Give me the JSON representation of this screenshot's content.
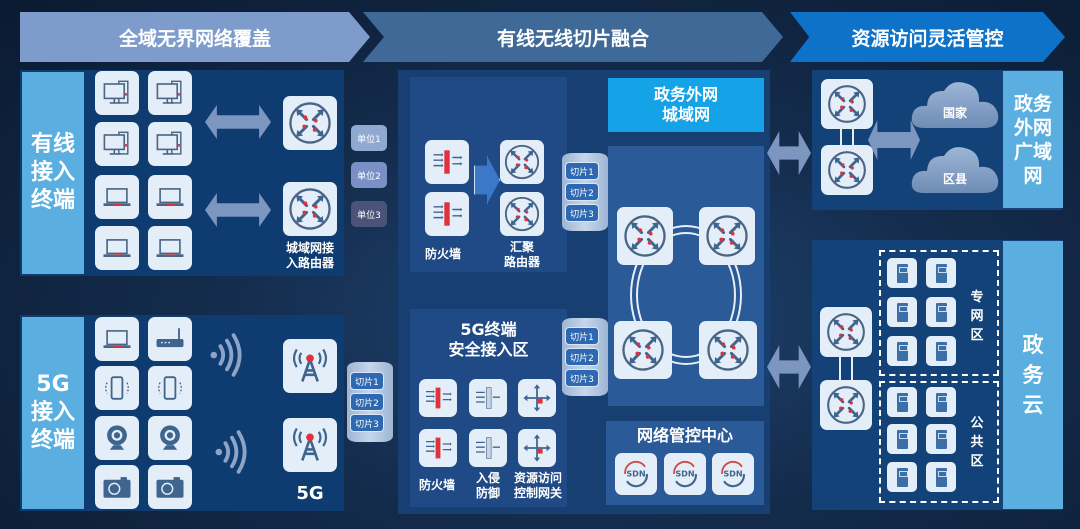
{
  "header": {
    "stages": [
      {
        "label": "全域无界网络覆盖",
        "color": "#7d9ccb"
      },
      {
        "label": "有线无线切片融合",
        "color": "#3f6a98"
      },
      {
        "label": "资源访问灵活管控",
        "color": "#0f72c9"
      }
    ]
  },
  "wired": {
    "title": "有线\n接入\n终端",
    "devices": [
      "desktop-pc",
      "desktop-pc",
      "desktop-pc",
      "desktop-pc",
      "laptop",
      "laptop",
      "laptop",
      "laptop"
    ],
    "router_label": "城域网接\n入路由器",
    "units": [
      {
        "label": "单位1",
        "color": "#8fa9d0"
      },
      {
        "label": "单位2",
        "color": "#7a8fc4"
      },
      {
        "label": "单位3",
        "color": "#4a5478"
      }
    ]
  },
  "fiveg": {
    "title": "5G\n接入\n终端",
    "devices": [
      "laptop",
      "cpe-router",
      "smartphone",
      "smartphone",
      "webcam",
      "webcam",
      "camera",
      "camera"
    ],
    "station_label": "5G",
    "slices": [
      "切片1",
      "切片2",
      "切片3"
    ]
  },
  "convergence": {
    "firewall_label": "防火墙",
    "agg_router_label": "汇聚\n路由器",
    "slices_top": [
      "切片1",
      "切片2",
      "切片3"
    ],
    "secure_zone": {
      "title": "5G终端\n安全接入区",
      "labels": [
        "防火墙",
        "入侵\n防御",
        "资源访问\n控制网关"
      ]
    },
    "slices_bottom": [
      "切片1",
      "切片2",
      "切片3"
    ],
    "metro": {
      "title": "政务外网\n城域网",
      "color": "#13a3e6"
    },
    "mgmt": {
      "title": "网络管控中心",
      "sdn_labels": [
        "SDN",
        "SDN",
        "SDN"
      ]
    }
  },
  "resources": {
    "wan": {
      "label": "政务\n外网\n广域\n网",
      "clouds": [
        "国家",
        "区县"
      ]
    },
    "cloud": {
      "label": "政\n务\n云",
      "zones": [
        {
          "label": "专\n网\n区",
          "servers": 6
        },
        {
          "label": "公\n共\n区",
          "servers": 6
        }
      ]
    }
  }
}
